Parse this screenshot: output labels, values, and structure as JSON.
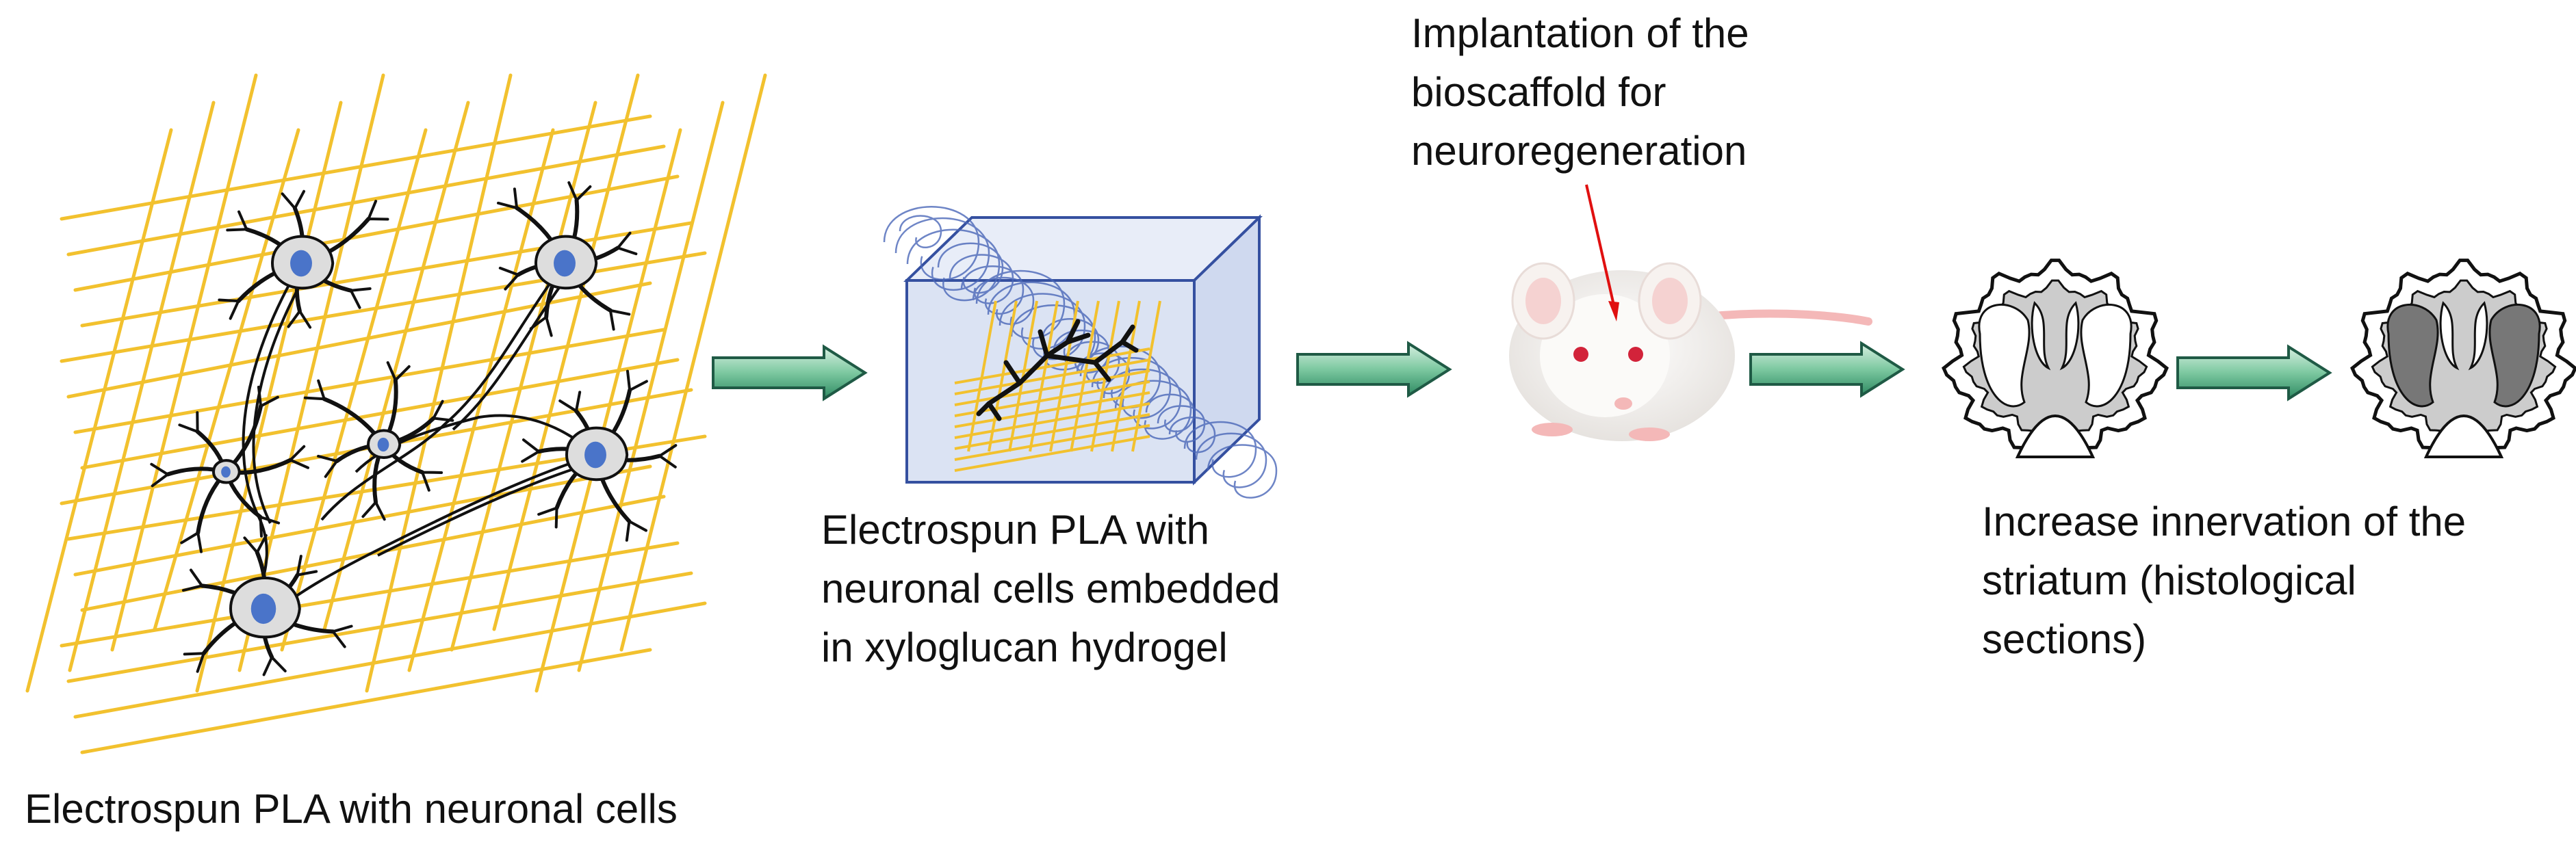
{
  "colors": {
    "fiber": "#f2c12e",
    "neuron_fill": "#dddddd",
    "neuron_stroke": "#111111",
    "nucleus": "#4a74c9",
    "cube_fill": "#dbe3f3",
    "cube_stroke": "#3550a0",
    "hydrogel_fiber": "#4a67b8",
    "arrow_fill_light": "#d8f0e2",
    "arrow_fill_dark": "#2e8a62",
    "arrow_stroke": "#1f5a45",
    "pointer": "#e01010",
    "brain_light": "#cccccc",
    "brain_dark": "#777777",
    "brain_stroke": "#111111",
    "mouse_fur": "#f2f0ee",
    "mouse_pink": "#f4b8b8"
  },
  "labels": {
    "scaffold_with_cells": "Electrospun PLA with neuronal cells",
    "hydrogel_lines": [
      "Electrospun PLA with",
      "neuronal cells embedded",
      "in xyloglucan hydrogel"
    ],
    "implantation_lines": [
      "Implantation of the",
      "bioscaffold for",
      "neuroregeneration"
    ],
    "innervation_lines": [
      "Increase innervation of the",
      "striatum (histological",
      "sections)"
    ]
  },
  "icons": [
    "scaffold-neuron-network",
    "arrow-right-icon",
    "hydrogel-cube",
    "mouse-image",
    "brain-section-icon"
  ]
}
